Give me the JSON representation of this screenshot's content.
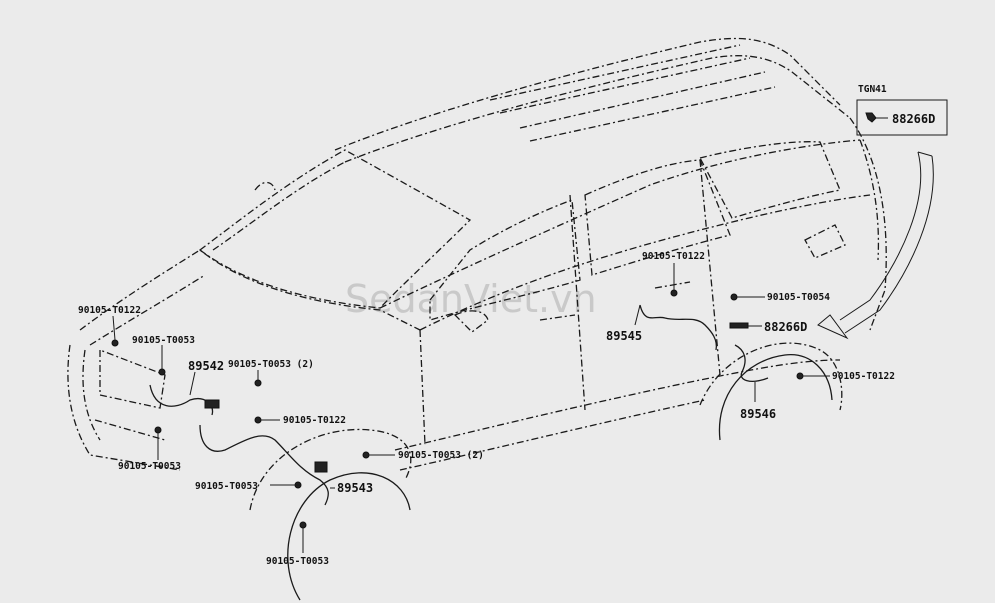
{
  "inset": {
    "model": "TGN41",
    "part": "88266D"
  },
  "watermark": "SedanViet.vn",
  "labels": {
    "l1": "90105-T0122",
    "l2": "90105-T0053",
    "l3": "89542",
    "l4": "90105-T0053 (2)",
    "l5": "90105-T0122",
    "l6": "90105-T0053",
    "l7": "90105-T0053",
    "l8": "90105-T0053 (2)",
    "l9": "89543",
    "l10": "90105-T0053",
    "l11": "90105-T0122",
    "l12": "89545",
    "l13": "90105-T0054",
    "l14": "88266D",
    "l15": "90105-T0122",
    "l16": "89546"
  }
}
